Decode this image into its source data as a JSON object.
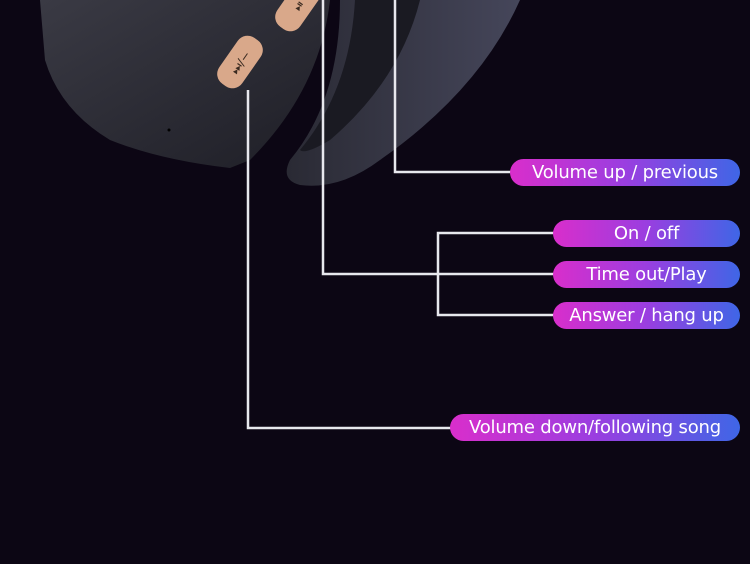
{
  "buttons": {
    "vol_down_glyph": "⏭/−",
    "play_glyph": "⏯"
  },
  "callouts": [
    {
      "id": "volume-up",
      "text": "Volume up / previous"
    },
    {
      "id": "on-off",
      "text": "On / off"
    },
    {
      "id": "play",
      "text": "Time out/Play"
    },
    {
      "id": "answer",
      "text": "Answer / hang up"
    },
    {
      "id": "volume-down",
      "text": "Volume down/following song"
    }
  ],
  "colors": {
    "background": "#0c0614",
    "gradient_start": "#d92ecb",
    "gradient_end": "#3f66e6",
    "button": "#d9a88a"
  }
}
